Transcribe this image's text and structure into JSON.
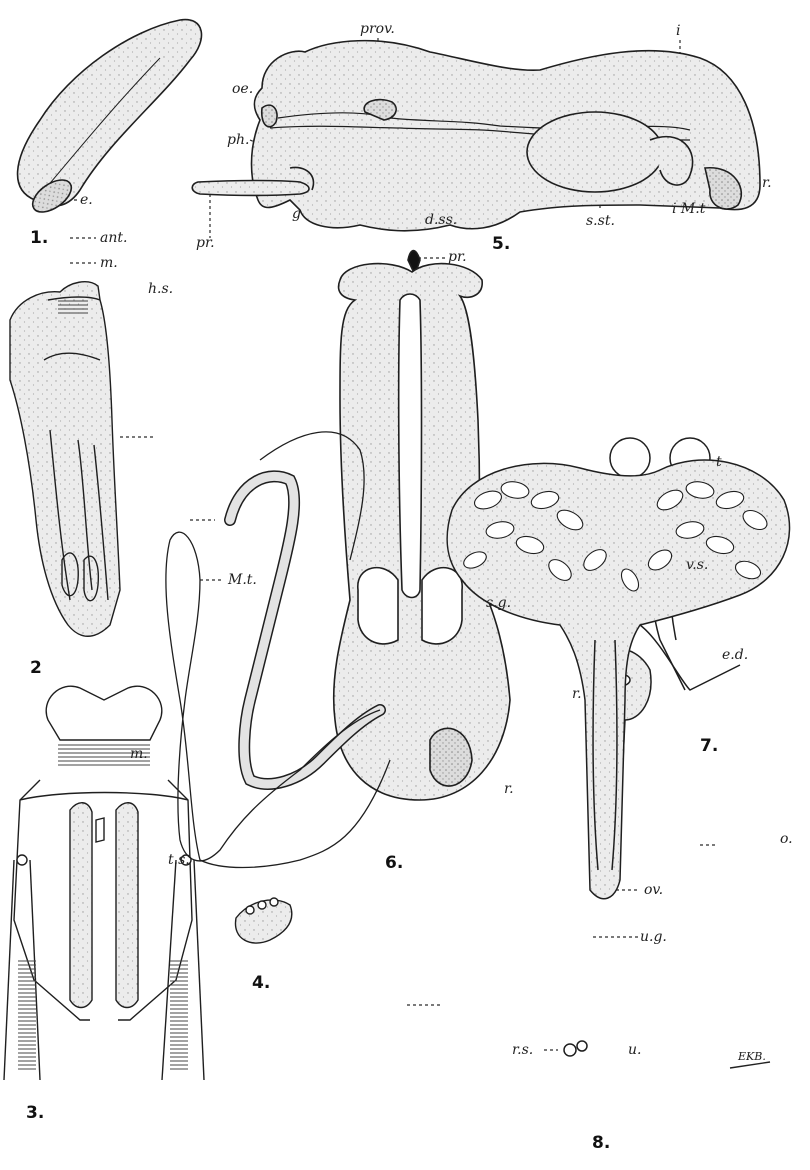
{
  "figures": {
    "1": {
      "number": "1.",
      "labels": {
        "e": "e."
      }
    },
    "2": {
      "number": "2",
      "labels": {
        "ant": "ant.",
        "m": "m.",
        "hs": "h.s."
      }
    },
    "3": {
      "number": "3.",
      "labels": {
        "m": "m.",
        "ts": "t.s."
      }
    },
    "4": {
      "number": "4."
    },
    "5": {
      "number": "5.",
      "labels": {
        "prov": "prov.",
        "oe": "oe.",
        "ph": "ph.",
        "pr": "pr.",
        "g": "g",
        "dss": "d.ss.",
        "sst": "s.st.",
        "i": "i",
        "imt": "i M.t",
        "r": "r."
      }
    },
    "6": {
      "number": "6.",
      "labels": {
        "pr": "pr.",
        "mt": "M.t.",
        "sg": "s.g.",
        "r": "r."
      }
    },
    "7": {
      "number": "7.",
      "labels": {
        "t": "t",
        "vs": "v.s.",
        "ed": "e.d.",
        "r": "r."
      }
    },
    "8": {
      "number": "8.",
      "labels": {
        "o": "o.",
        "ov": "ov.",
        "ug": "u.g.",
        "rs": "r.s.",
        "u": "u."
      }
    }
  },
  "signature": "EKB."
}
